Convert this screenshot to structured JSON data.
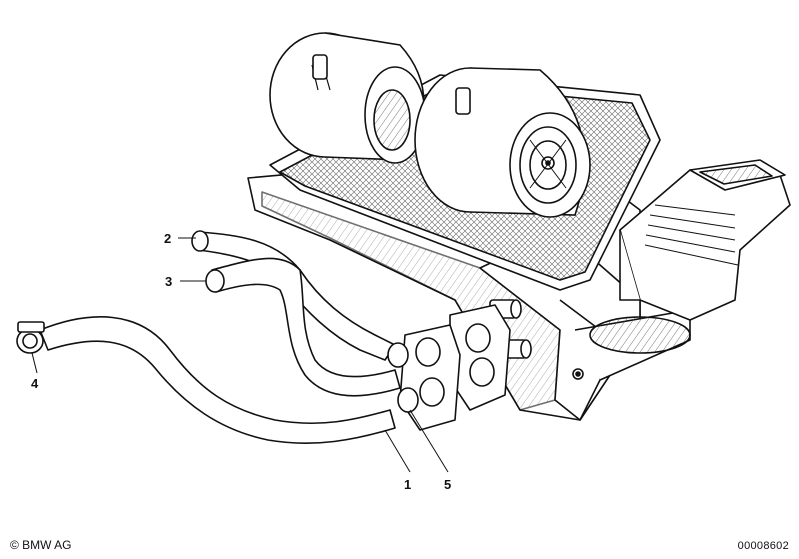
{
  "callouts": [
    {
      "id": "1",
      "label": "1"
    },
    {
      "id": "2",
      "label": "2"
    },
    {
      "id": "3",
      "label": "3"
    },
    {
      "id": "4",
      "label": "4"
    },
    {
      "id": "5",
      "label": "5"
    }
  ],
  "footer": {
    "copyright": "© BMW AG",
    "drawing_number": "00008602"
  },
  "colors": {
    "ink": "#111111",
    "background": "#ffffff",
    "hatch": "#555555"
  }
}
